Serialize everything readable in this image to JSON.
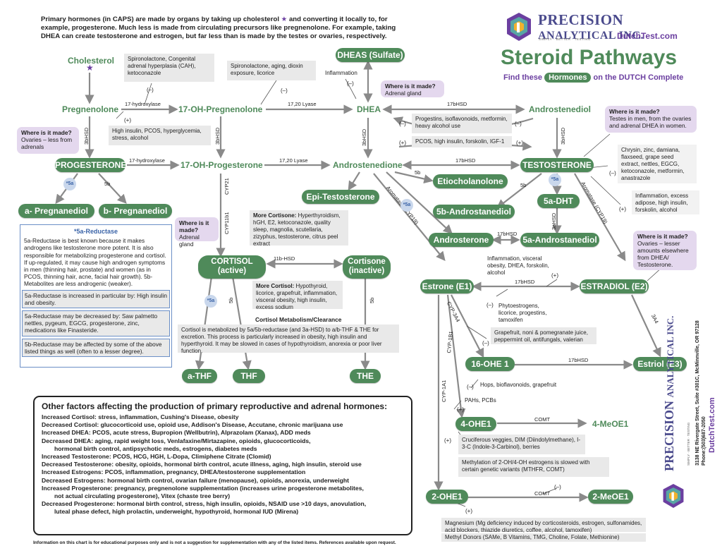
{
  "header": {
    "intro_line1": "Primary hormones (in CAPS) are made by organs by taking up cholesterol",
    "intro_line1b": " and converting it locally to, for example,  progesterone. Much less is made from circulating precursors like pregnenolone. For example, taking DHEA can create testosterone and estrogen, but far less than is made by the testes or ovaries, respectively.",
    "brand_line1": "PRECISION",
    "brand_line2": "ANALYTICAL INC.",
    "brand_tagline": "SIMPLY · BETTER · TESTING",
    "site": "DutchTest.com",
    "title": "Steroid Pathways",
    "subtitle_pre": "Find these",
    "subtitle_pill": "Hormones",
    "subtitle_post": "on the DUTCH Complete"
  },
  "hormones": {
    "cholesterol": "Cholesterol",
    "pregnenolone": "Pregnenolone",
    "oh_pregnenolone": "17-OH-Pregnenolone",
    "dheas": "DHEAS (Sulfate)",
    "dhea": "DHEA",
    "androstenediol": "Androstenediol",
    "progesterone": "PROGESTERONE",
    "oh_progesterone": "17-OH-Progesterone",
    "androstenedione": "Androstenedione",
    "testosterone": "TESTOSTERONE",
    "a_pregnanediol": "a- Pregnanediol",
    "b_pregnanediol": "b- Pregnanediol",
    "epi_testosterone": "Epi-Testosterone",
    "etiocholanolone": "Etiocholanolone",
    "b5_androstanediol": "5b-Androstanediol",
    "dht": "5a-DHT",
    "androsterone": "Androsterone",
    "a5_androstanediol": "5a-Androstanediol",
    "cortisol_l1": "CORTISOL",
    "cortisol_l2": "(active)",
    "cortisone_l1": "Cortisone",
    "cortisone_l2": "(inactive)",
    "estrone": "Estrone (E1)",
    "estradiol": "ESTRADIOL (E2)",
    "ohe16": "16-OHE 1",
    "estriol": "Estriol (E3)",
    "athf": "a-THF",
    "thf": "THF",
    "the": "THE",
    "ohe4": "4-OHE1",
    "meoe4": "4-MeOE1",
    "ohe2": "2-OHE1",
    "meoe2": "2-MeOE1"
  },
  "enzymes": {
    "hydroxylase17": "17-hydroxylase",
    "lyase1720": "17,20 Lyase",
    "hsd17b": "17bHSD",
    "hsd3b": "3bHSD",
    "hsd11b": "11b-HSD",
    "cyp21": "CYP21",
    "cyp11b1": "CYP11b1",
    "b5": "5b",
    "a5": "*5a",
    "aromatase": "Aromatase (CYP19)",
    "hsd3a": "3aHSD",
    "cyp3a4": "CYP-3A4",
    "cyp1b1": "CYP-1B1",
    "cyp1a1": "CYP-1A1",
    "a3a4": "3A4",
    "comt": "COMT"
  },
  "signs": {
    "minus": "(–)",
    "plus": "(+)"
  },
  "modifiers": {
    "cah": "Spironolactone, Congenital adrenal hyperplasia (CAH), ketoconazole",
    "high_insulin": "High insulin, PCOS, hyperglycemia, stress, alcohol",
    "spiro_aging": "Spironolactone, aging, dioxin exposure, licorice",
    "inflammation": "Inflammation",
    "progestins": "Progestins, isoflavonoids, metformin, heavy alcohol use",
    "pcos_insulin": "PCOS, high insulin, forskolin, IGF-1",
    "chrysin": "Chrysin, zinc, damiana, flaxseed, grape seed extract, nettles, EGCG, ketoconazole, metformin, anastrazole",
    "inflam_excess": "Inflammation, excess adipose, high insulin, forskolin, alcohol",
    "more_cortisone_title": "More Cortisone:",
    "more_cortisone": " Hyperthyroidism, hGH, E2, ketoconazole, quality sleep, magnolia, scutellaria, zizyphus, testosterone, citrus peel extract",
    "more_cortisol_title": "More Cortisol:",
    "more_cortisol": " Hypothyroid, licorice, grapefruit, inflammation, visceral obesity, high insulin, excess sodium",
    "metab_title": "Cortisol Metabolism/Clearance",
    "metab": "Cortisol is metabolized by 5a/5b-reductase (and 3a-HSD) to a/b-THF & THE for excretion. This process is particularly increased in obesity, high insulin and hyperthyroid. It may be slowed in cases of hypothyroidism, anorexia or poor liver function.",
    "inflam_visceral": "Inflammation, visceral obesity, DHEA, forskolin, alcohol",
    "phyto": "Phytoestrogens, licorice, progestins, tamoxifen",
    "grapefruit": "Grapefruit, noni & pomegranate juice, peppermint oil, antifungals, valerian",
    "hops": "Hops, bioflavonoids, grapefruit",
    "pahs": "PAHs, PCBs",
    "crucifer": "Cruciferous veggies, DIM (Diindolylmethane), I-3-C (Indole-3-Carbinol), berries",
    "methylation": "Methylation of 2-OH/4-OH estrogens is slowed with certain genetic variants (MTHFR, COMT)",
    "magnesium": "Magnesium (Mg deficiency induced by corticosteroids, estrogen, sulfonamides, acid blockers, thiazide diuretics, coffee, alcohol, tamoxifen)",
    "methyl_donors": "Methyl Donors (SAMe, B Vitamins, TMG, Choline, Folate, Methionine)"
  },
  "where": {
    "title": "Where is it made?",
    "ovaries": "Ovaries – less from adrenals",
    "adrenal": "Adrenal gland",
    "adrenal_title_l1": "Where is it",
    "adrenal_title_l2": "made?",
    "testes": "Testes in men, from the ovaries and adrenal DHEA in women.",
    "ovaries_e2": "Ovaries – lesser amounts elsewhere from DHEA/ Testosterone."
  },
  "reductase": {
    "title": "*5a-Reductase",
    "p1": "5a-Reductase is best known because it makes androgens like testosterone more potent. It is also responsible for metabolizing progesterone and cortisol. If up-regulated, it may cause high androgen symptoms in men (thinning hair, prostate) and women (as in PCOS, thinning hair, acne, facial hair growth). 5b-Metabolites are less androgenic (weaker).",
    "p2": "5a-Reductase is increased in particular by: High insulin and obesity.",
    "p3": "5a-Reductase may be decreased by: Saw palmetto nettles, pygeum, EGCG, progesterone, zinc, medications like Finasteride.",
    "p4": "5b-Reductase may be affected by some of the above listed things as well (often to a lesser degree)."
  },
  "factors": {
    "title": "Other factors affecting the production of primary reproductive and adrenal hormones:",
    "items": [
      "Increased Cortisol: stress, inflammation, Cushing's Disease, obesity",
      "Decreased Cortisol: glucocorticoid use, opioid use, Addison's Disease, Accutane, chronic marijuana use",
      "Increased DHEA: PCOS, acute stress, Bupropion (Wellbutrin), Alprazolam (Xanax), ADD meds",
      "Decreased DHEA: aging, rapid weight loss, Venlafaxine/Mirtazapine, opioids, glucocorticoids,",
      "hormonal birth control, antipsychotic meds, estrogens, diabetes meds",
      "Increased Testosterone: PCOS, HCG, HGH, L-Dopa, Climiphene Citrate (Clomid)",
      "Decreased Testosterone: obesity, opioids, hormonal birth control, acute illness, aging, high insulin, steroid use",
      "Increased Estrogens: PCOS, inflammation, pregnancy, DHEA/testosterone supplementation",
      "Decreased Estrogens: hormonal birth control,  ovarian failure (menopause), opioids, anorexia, underweight",
      "Increased Progesterone: pregnancy, pregnenolone supplementation (increases urine progesterone metabolites,",
      "not actual circulating progesterone), Vitex (chaste tree berry)",
      "Decreased Progesterone: hormonal birth control, stress, high insulin, opioids, NSAID use >10 days, anovulation,",
      "luteal phase defect, high prolactin, underweight, hypothyroid, hormonal IUD (Mirena)"
    ]
  },
  "disclaimer": "Information on this chart is for educational purposes only and is not a suggestion for supplementation with any of the listed items. References available upon request.",
  "footer": {
    "address": "3138 NE Rivergate Street, Suite #301C, McMinnville, OR 97128",
    "phone": "Phone:(503)687-2050",
    "site": "DutchTest.com",
    "brand": "PRECISION",
    "brand2": "ANALYTICAL INC.",
    "tagline": "SIMPLY · BETTER · TESTING"
  },
  "colors": {
    "green": "#4f8a5a",
    "purple": "#6b3fa0",
    "gray_arrow": "#8a8a8a",
    "box_gray": "#e9e9e9",
    "box_purple": "#e4d8ee",
    "blue": "#3b64a8"
  }
}
